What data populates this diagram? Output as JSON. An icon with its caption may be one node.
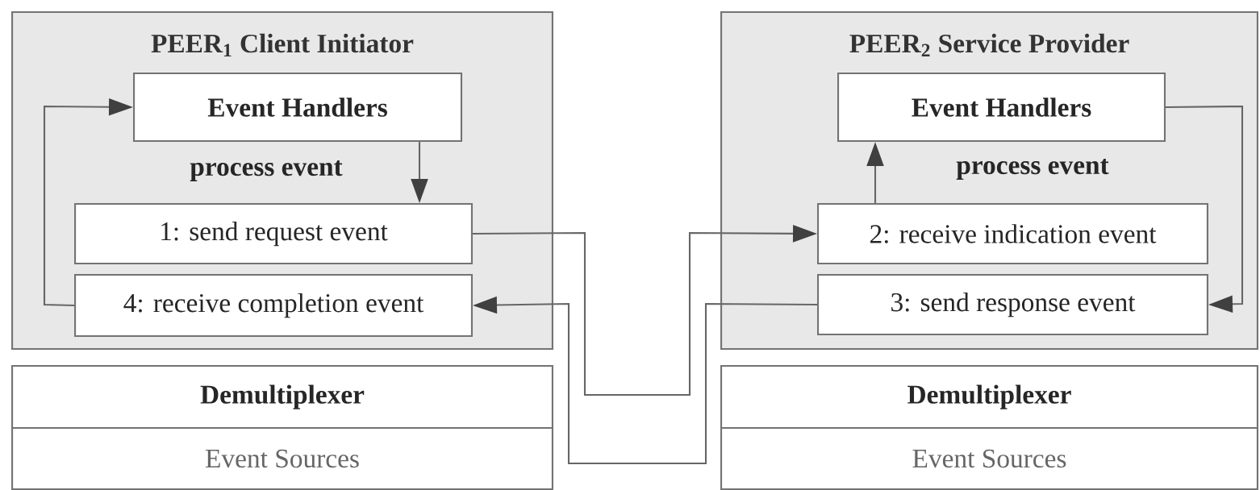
{
  "diagram": {
    "nodes": [
      {
        "text": [
          "PEER$_{1}$ Client Initiator"
        ]
      },
      {
        "text": [
          "Event Handlers"
        ],
        "in": 0
      },
      {
        "text": [
          "1: send request event"
        ],
        "in": 0
      },
      {
        "text": [
          "4: receive completion event"
        ],
        "in": 0
      },
      {
        "text": [
          "Demultiplexer"
        ]
      },
      {
        "text": [
          "Event Sources"
        ]
      },
      {
        "text": [
          "PEER$_{2}$ Service Provider"
        ]
      },
      {
        "text": [
          "Event Handlers"
        ],
        "in": 6
      },
      {
        "text": [
          "2: receive indication event"
        ],
        "in": 6
      },
      {
        "text": [
          "3: send response event"
        ],
        "in": 6
      },
      {
        "text": [
          "Demultiplexer"
        ]
      },
      {
        "text": [
          "Event Sources"
        ]
      }
    ],
    "edges": [
      {
        "from": 1,
        "to": 2,
        "arrow": "to",
        "label": "process event"
      },
      {
        "from": 3,
        "to": 1,
        "arrow": "to"
      },
      {
        "from": 2,
        "to": 8,
        "arrow": "to"
      },
      {
        "from": 9,
        "to": 3,
        "arrow": "to"
      },
      {
        "from": 7,
        "to": 9,
        "arrow": "to"
      },
      {
        "from": 8,
        "to": 7,
        "arrow": "to",
        "label": "process event"
      }
    ]
  }
}
